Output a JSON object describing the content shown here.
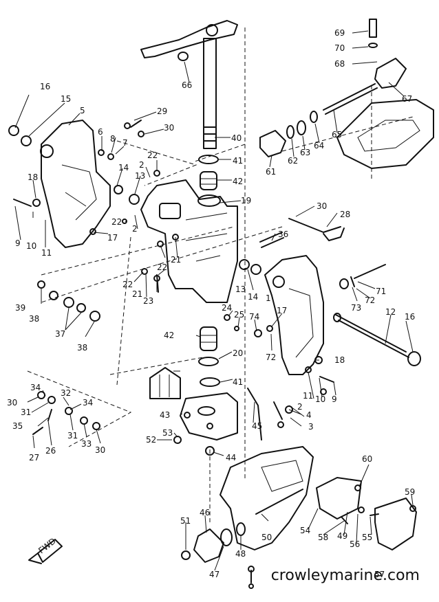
{
  "watermark": "crowleymarine.com",
  "fwd_label": "FWD",
  "callouts": [
    {
      "id": "p1",
      "text": "1"
    },
    {
      "id": "p2a",
      "text": "2"
    },
    {
      "id": "p2b",
      "text": "2"
    },
    {
      "id": "p2c",
      "text": "2"
    },
    {
      "id": "p3",
      "text": "3"
    },
    {
      "id": "p4",
      "text": "4"
    },
    {
      "id": "p5",
      "text": "5"
    },
    {
      "id": "p6",
      "text": "6"
    },
    {
      "id": "p7",
      "text": "7"
    },
    {
      "id": "p8",
      "text": "8"
    },
    {
      "id": "p9a",
      "text": "9"
    },
    {
      "id": "p9b",
      "text": "9"
    },
    {
      "id": "p10a",
      "text": "10"
    },
    {
      "id": "p10b",
      "text": "10"
    },
    {
      "id": "p11a",
      "text": "11"
    },
    {
      "id": "p11b",
      "text": "11"
    },
    {
      "id": "p12",
      "text": "12"
    },
    {
      "id": "p13a",
      "text": "13"
    },
    {
      "id": "p13b",
      "text": "13"
    },
    {
      "id": "p14a",
      "text": "14"
    },
    {
      "id": "p14b",
      "text": "14"
    },
    {
      "id": "p15",
      "text": "15"
    },
    {
      "id": "p16a",
      "text": "16"
    },
    {
      "id": "p16b",
      "text": "16"
    },
    {
      "id": "p17a",
      "text": "17"
    },
    {
      "id": "p17b",
      "text": "17"
    },
    {
      "id": "p18a",
      "text": "18"
    },
    {
      "id": "p18b",
      "text": "18"
    },
    {
      "id": "p19",
      "text": "19"
    },
    {
      "id": "p20",
      "text": "20"
    },
    {
      "id": "p21a",
      "text": "21"
    },
    {
      "id": "p21b",
      "text": "21"
    },
    {
      "id": "p22a",
      "text": "22"
    },
    {
      "id": "p22b",
      "text": "22"
    },
    {
      "id": "p22c",
      "text": "22"
    },
    {
      "id": "p22d",
      "text": "22"
    },
    {
      "id": "p23",
      "text": "23"
    },
    {
      "id": "p24",
      "text": "24"
    },
    {
      "id": "p25",
      "text": "25"
    },
    {
      "id": "p26",
      "text": "26"
    },
    {
      "id": "p27",
      "text": "27"
    },
    {
      "id": "p28",
      "text": "28"
    },
    {
      "id": "p29",
      "text": "29"
    },
    {
      "id": "p30a",
      "text": "30"
    },
    {
      "id": "p30b",
      "text": "30"
    },
    {
      "id": "p30c",
      "text": "30"
    },
    {
      "id": "p30d",
      "text": "30"
    },
    {
      "id": "p31a",
      "text": "31"
    },
    {
      "id": "p31b",
      "text": "31"
    },
    {
      "id": "p32",
      "text": "32"
    },
    {
      "id": "p33",
      "text": "33"
    },
    {
      "id": "p34a",
      "text": "34"
    },
    {
      "id": "p34b",
      "text": "34"
    },
    {
      "id": "p35",
      "text": "35"
    },
    {
      "id": "p36",
      "text": "36"
    },
    {
      "id": "p37",
      "text": "37"
    },
    {
      "id": "p38a",
      "text": "38"
    },
    {
      "id": "p38b",
      "text": "38"
    },
    {
      "id": "p39",
      "text": "39"
    },
    {
      "id": "p40",
      "text": "40"
    },
    {
      "id": "p41a",
      "text": "41"
    },
    {
      "id": "p41b",
      "text": "41"
    },
    {
      "id": "p42a",
      "text": "42"
    },
    {
      "id": "p42b",
      "text": "42"
    },
    {
      "id": "p43",
      "text": "43"
    },
    {
      "id": "p44",
      "text": "44"
    },
    {
      "id": "p45",
      "text": "45"
    },
    {
      "id": "p46",
      "text": "46"
    },
    {
      "id": "p47",
      "text": "47"
    },
    {
      "id": "p48",
      "text": "48"
    },
    {
      "id": "p49",
      "text": "49"
    },
    {
      "id": "p50",
      "text": "50"
    },
    {
      "id": "p51",
      "text": "51"
    },
    {
      "id": "p52",
      "text": "52"
    },
    {
      "id": "p53",
      "text": "53"
    },
    {
      "id": "p54",
      "text": "54"
    },
    {
      "id": "p55",
      "text": "55"
    },
    {
      "id": "p56",
      "text": "56"
    },
    {
      "id": "p57",
      "text": "57"
    },
    {
      "id": "p58",
      "text": "58"
    },
    {
      "id": "p59",
      "text": "59"
    },
    {
      "id": "p60",
      "text": "60"
    },
    {
      "id": "p61",
      "text": "61"
    },
    {
      "id": "p62",
      "text": "62"
    },
    {
      "id": "p63",
      "text": "63"
    },
    {
      "id": "p64",
      "text": "64"
    },
    {
      "id": "p65",
      "text": "65"
    },
    {
      "id": "p66",
      "text": "66"
    },
    {
      "id": "p67",
      "text": "67"
    },
    {
      "id": "p68",
      "text": "68"
    },
    {
      "id": "p69",
      "text": "69"
    },
    {
      "id": "p70",
      "text": "70"
    },
    {
      "id": "p71",
      "text": "71"
    },
    {
      "id": "p72a",
      "text": "72"
    },
    {
      "id": "p72b",
      "text": "72"
    },
    {
      "id": "p73",
      "text": "73"
    },
    {
      "id": "p74",
      "text": "74"
    }
  ]
}
